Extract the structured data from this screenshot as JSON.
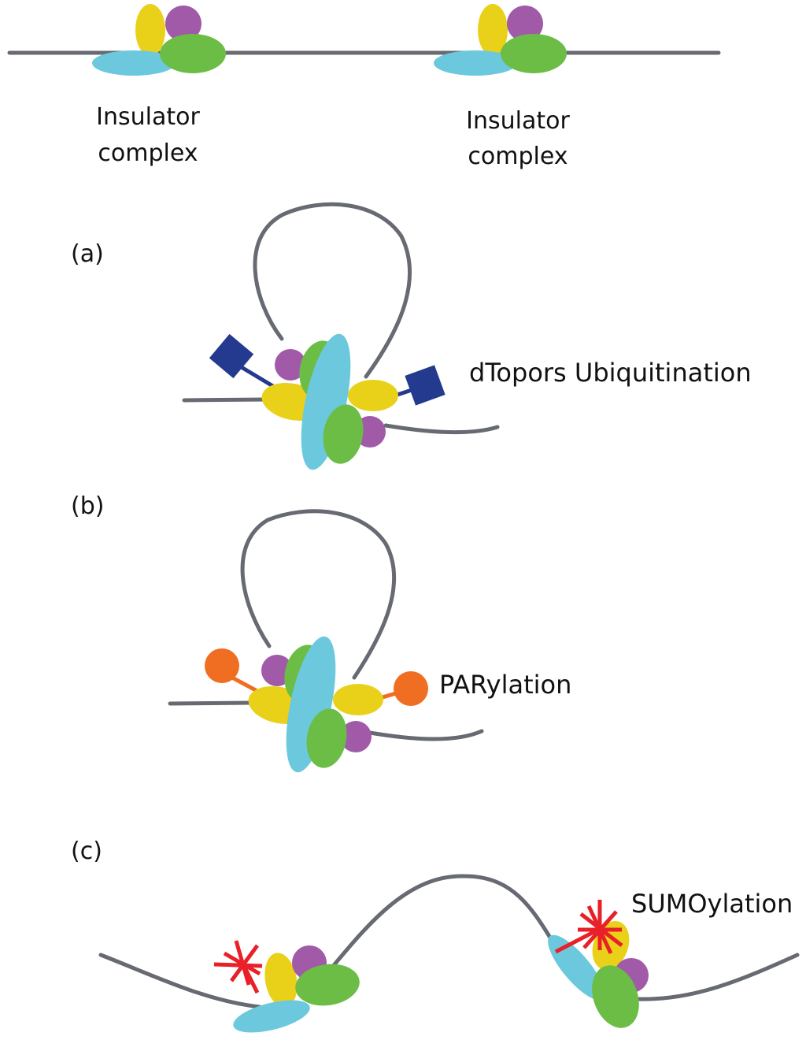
{
  "labels": {
    "complex_left": [
      "Insulator",
      "complex"
    ],
    "complex_right": [
      "Insulator",
      "complex"
    ],
    "panel_a": "(a)",
    "panel_b": "(b)",
    "panel_c": "(c)",
    "ubiquitination": "dTopors Ubiquitination",
    "parylation": "PARylation",
    "sumoylation": "SUMOylation"
  },
  "colors": {
    "dna": "#676a72",
    "yellow": "#e9d11a",
    "purple": "#a05aa8",
    "cyan": "#6cc8dd",
    "green": "#6cbd45",
    "ubiquitin": "#233a8f",
    "par": "#f06e22",
    "sumo": "#e92028"
  }
}
